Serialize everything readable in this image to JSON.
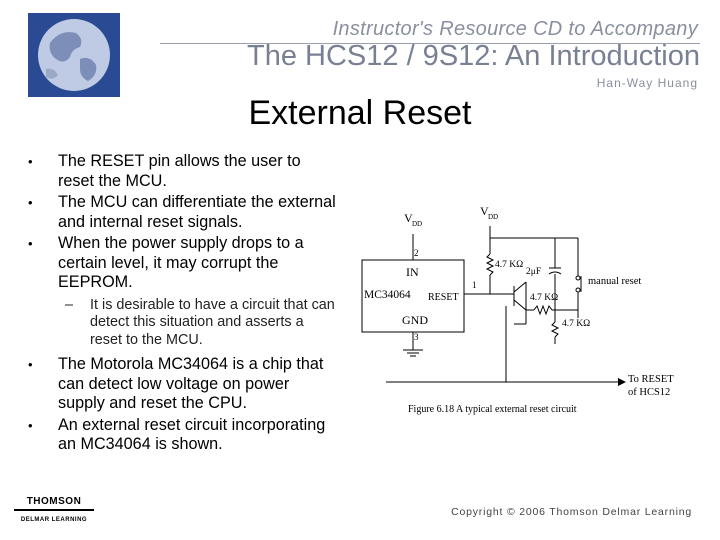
{
  "header": {
    "line1": "Instructor's Resource CD to Accompany",
    "line2": "The HCS12 / 9S12: An Introduction",
    "line3": "Han-Way Huang"
  },
  "slide": {
    "title": "External Reset",
    "bullets": [
      {
        "text": "The RESET pin allows the user to reset the MCU."
      },
      {
        "text": "The MCU can differentiate the external and internal reset signals."
      },
      {
        "text": "When the power supply drops to a certain level, it may corrupt the EEPROM."
      }
    ],
    "sub_bullet": "It is desirable to have a circuit that can detect this situation and asserts a reset to the MCU.",
    "bullets2": [
      {
        "text": "The Motorola MC34064 is a chip that can detect low voltage on power supply and reset the CPU."
      },
      {
        "text": "An external reset circuit incorporating an MC34064 is shown."
      }
    ],
    "bullet_glyph": "•",
    "dash_glyph": "–"
  },
  "figure": {
    "vdd": "V",
    "vdd_sub": "DD",
    "pin_in": "IN",
    "chip": "MC34064",
    "pin_reset": "RESET",
    "pin_gnd": "GND",
    "pin1": "1",
    "pin2": "2",
    "pin3": "3",
    "r1": "4.7 KΩ",
    "cap": "2μF",
    "r2": "4.7 KΩ",
    "r3": "4.7 KΩ",
    "manual": "manual reset",
    "to_reset1": "To RESET",
    "to_reset2": "of HCS12",
    "caption": "Figure 6.18 A typical external reset circuit"
  },
  "footer": {
    "logo_top": "THOMSON",
    "logo_bottom": "DELMAR LEARNING",
    "copyright": "Copyright © 2006 Thomson Delmar Learning"
  }
}
